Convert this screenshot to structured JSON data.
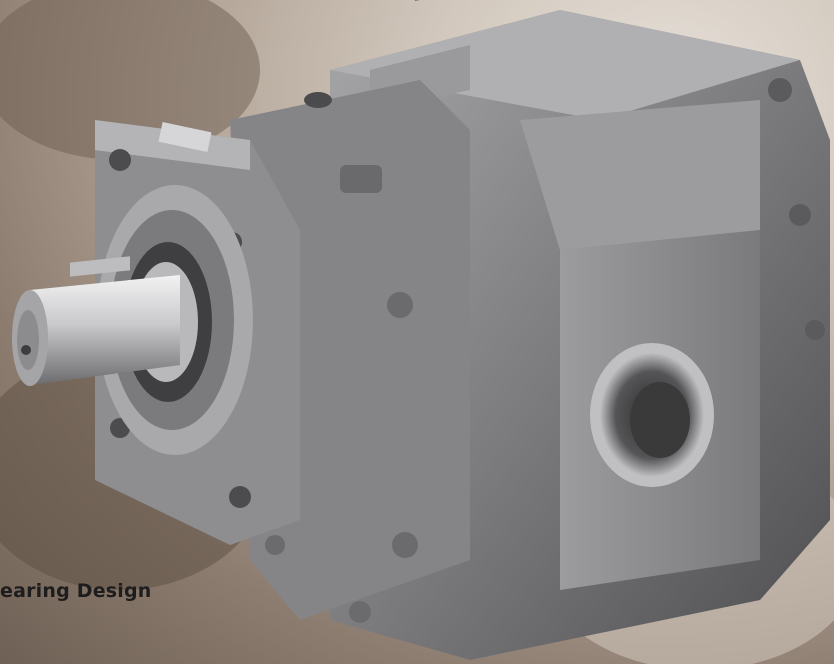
{
  "caption": {
    "text": "earing Design",
    "color": "#1d1d1d"
  },
  "product": {
    "subject": "hydraulic-gear-pump",
    "body_color": "#7c7c7e",
    "shaft_color": "#c9c9cb"
  },
  "background": {
    "tone": "warm-beige-rock"
  }
}
